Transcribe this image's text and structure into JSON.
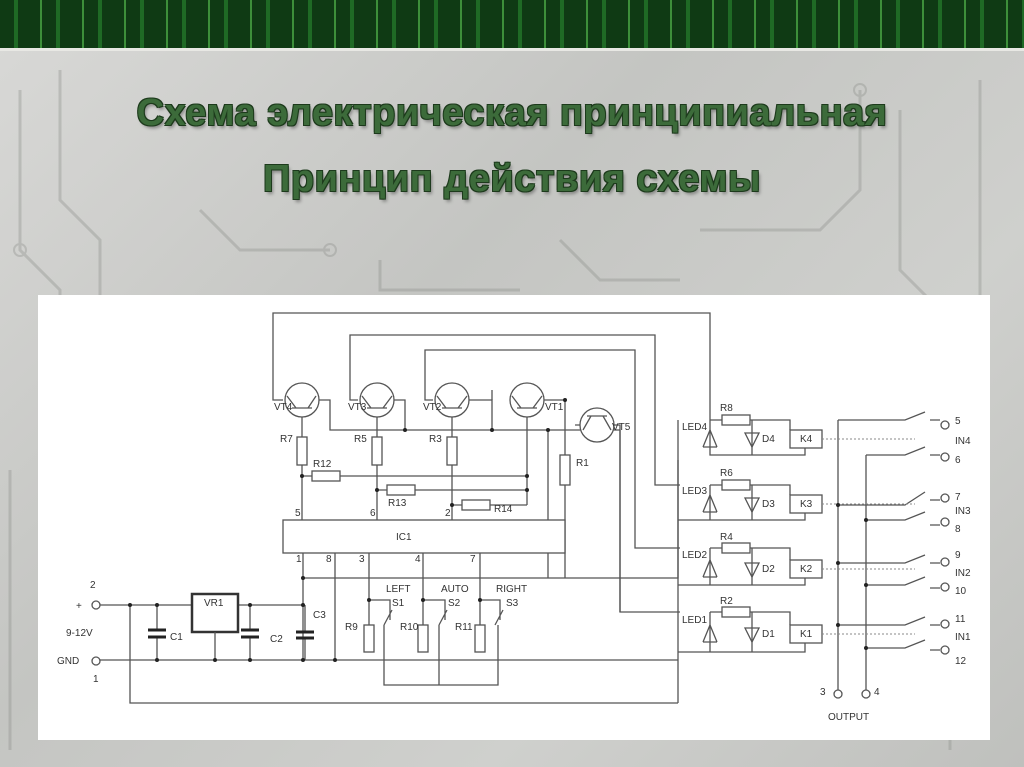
{
  "slide": {
    "title_line1": "Схема электрическая принципиальная",
    "title_line2": "Принцип действия схемы"
  },
  "schematic": {
    "transistors": [
      "VT4",
      "VT3",
      "VT2",
      "VT1",
      "VT5"
    ],
    "resistors_upper": [
      "R7",
      "R5",
      "R3",
      "R1",
      "R12",
      "R13",
      "R14"
    ],
    "ic": "IC1",
    "ic_pins_top": [
      "5",
      "6",
      "2"
    ],
    "ic_pins_bottom": [
      "1",
      "8",
      "3",
      "4",
      "7"
    ],
    "power": {
      "plus_pin": "2",
      "plus_sign": "+",
      "voltage": "9-12V",
      "gnd": "GND",
      "gnd_pin": "1",
      "regulator": "VR1",
      "caps": [
        "C1",
        "C2",
        "C3"
      ]
    },
    "switches": [
      {
        "mode": "LEFT",
        "switch": "S1",
        "resistor": "R9"
      },
      {
        "mode": "AUTO",
        "switch": "S2",
        "resistor": "R10"
      },
      {
        "mode": "RIGHT",
        "switch": "S3",
        "resistor": "R11"
      }
    ],
    "channels": [
      {
        "resistor": "R8",
        "led": "LED4",
        "diode": "D4",
        "relay": "K4",
        "pin_a": "5",
        "input": "IN4",
        "pin_b": "6"
      },
      {
        "resistor": "R6",
        "led": "LED3",
        "diode": "D3",
        "relay": "K3",
        "pin_a": "7",
        "input": "IN3",
        "pin_b": "8"
      },
      {
        "resistor": "R4",
        "led": "LED2",
        "diode": "D2",
        "relay": "K2",
        "pin_a": "9",
        "input": "IN2",
        "pin_b": "10"
      },
      {
        "resistor": "R2",
        "led": "LED1",
        "diode": "D1",
        "relay": "K1",
        "pin_a": "11",
        "input": "IN1",
        "pin_b": "12"
      }
    ],
    "output": {
      "label": "OUTPUT",
      "pin_left": "3",
      "pin_right": "4"
    }
  }
}
